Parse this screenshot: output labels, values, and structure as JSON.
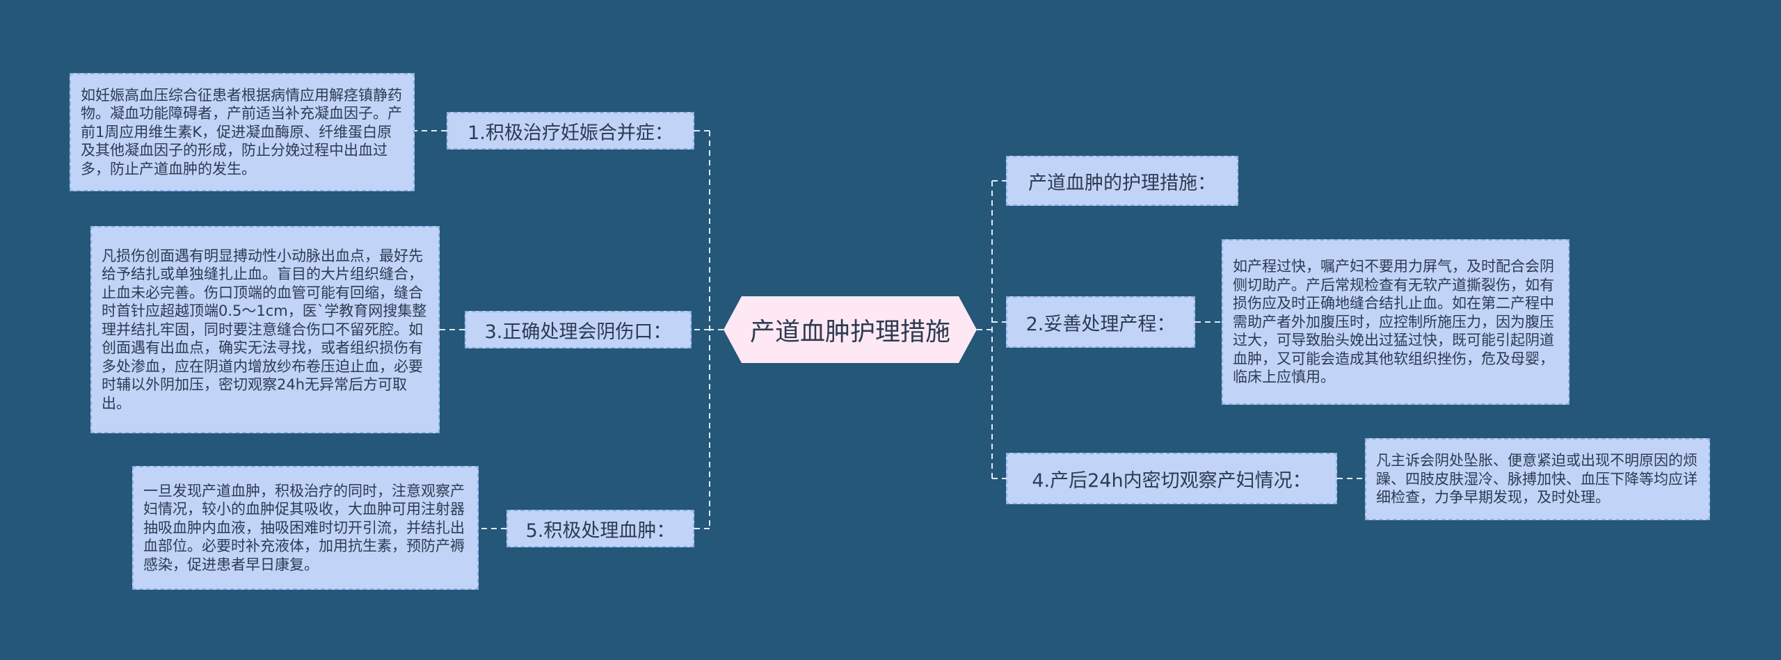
{
  "root": {
    "title": "产道血肿护理措施"
  },
  "branches": {
    "b1": {
      "label": "1.积极治疗妊娠合并症：",
      "detail": "如妊娠高血压综合征患者根据病情应用解痉镇静药物。凝血功能障碍者，产前适当补充凝血因子。产前1周应用维生素K，促进凝血酶原、纤维蛋白原及其他凝血因子的形成，防止分娩过程中出血过多，防止产道血肿的发生。"
    },
    "b3": {
      "label": "3.正确处理会阴伤口：",
      "detail": "凡损伤创面遇有明显搏动性小动脉出血点，最好先给予结扎或单独缝扎止血。盲目的大片组织缝合，止血未必完善。伤口顶端的血管可能有回缩，缝合时首针应超越顶端0.5～1cm，医`学教育网搜集整理并结扎牢固，同时要注意缝合伤口不留死腔。如创面遇有出血点，确实无法寻找，或者组织损伤有多处渗血，应在阴道内增放纱布卷压迫止血，必要时辅以外阴加压，密切观察24h无异常后方可取出。"
    },
    "b5": {
      "label": "5.积极处理血肿：",
      "detail": "一旦发现产道血肿，积极治疗的同时，注意观察产妇情况，较小的血肿促其吸收，大血肿可用注射器抽吸血肿内血液，抽吸困难时切开引流，并结扎出血部位。必要时补充液体，加用抗生素，预防产褥感染，促进患者早日康复。"
    },
    "r0": {
      "label": "产道血肿的护理措施："
    },
    "b2": {
      "label": "2.妥善处理产程：",
      "detail": "如产程过快，嘱产妇不要用力屏气，及时配合会阴侧切助产。产后常规检查有无软产道撕裂伤，如有损伤应及时正确地缝合结扎止血。如在第二产程中需助产者外加腹压时，应控制所施压力，因为腹压过大，可导致胎头娩出过猛过快，既可能引起阴道血肿，又可能会造成其他软组织挫伤，危及母婴，临床上应慎用。"
    },
    "b4": {
      "label": "4.产后24h内密切观察产妇情况：",
      "detail": "凡主诉会阴处坠胀、便意紧迫或出现不明原因的烦躁、四肢皮肤湿冷、脉搏加快、血压下降等均应详细检查，力争早期发现，及时处理。"
    }
  },
  "colors": {
    "background": "#245778",
    "node_fill": "#c1d4f7",
    "node_border": "#8fb0e6",
    "root_fill": "#fde8f3",
    "connector": "#e4ebf5"
  }
}
